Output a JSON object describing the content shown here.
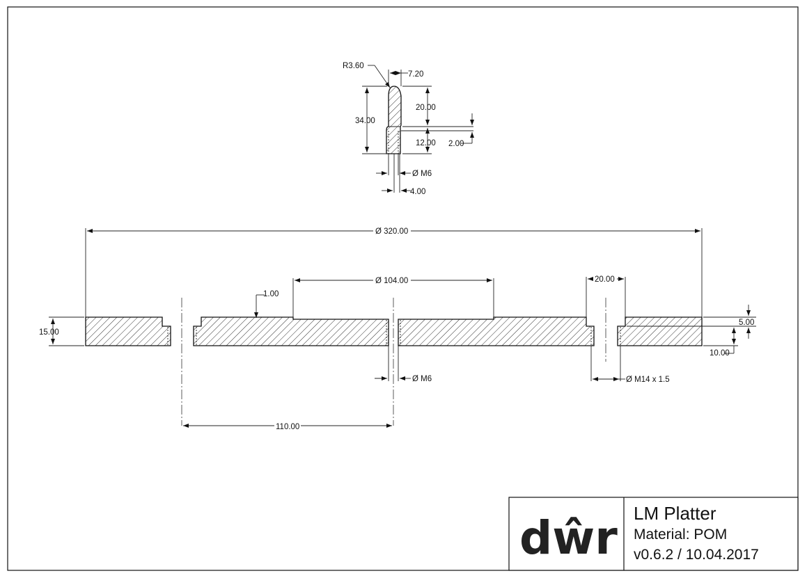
{
  "title_block": {
    "logo_text": "dŵr",
    "title": "LM Platter",
    "material": "Material: POM",
    "version_date": "v0.6.2 / 10.04.2017"
  },
  "detail_view": {
    "dims": {
      "radius": "R3.60",
      "width_top": "7.20",
      "height_total": "34.00",
      "height_upper": "20.00",
      "height_lower": "12.00",
      "step": "2.00",
      "thread": "Ø M6",
      "width_bottom": "4.00"
    }
  },
  "section_view": {
    "dims": {
      "outer_diameter": "Ø 320.00",
      "inner_diameter": "Ø 104.00",
      "recess_depth": "1.00",
      "thickness": "15.00",
      "hole_width": "20.00",
      "counterbore_depth": "5.00",
      "lower_height": "10.00",
      "center_thread": "Ø M6",
      "side_thread": "Ø M14 x 1.5",
      "hole_offset": "110.00"
    }
  }
}
